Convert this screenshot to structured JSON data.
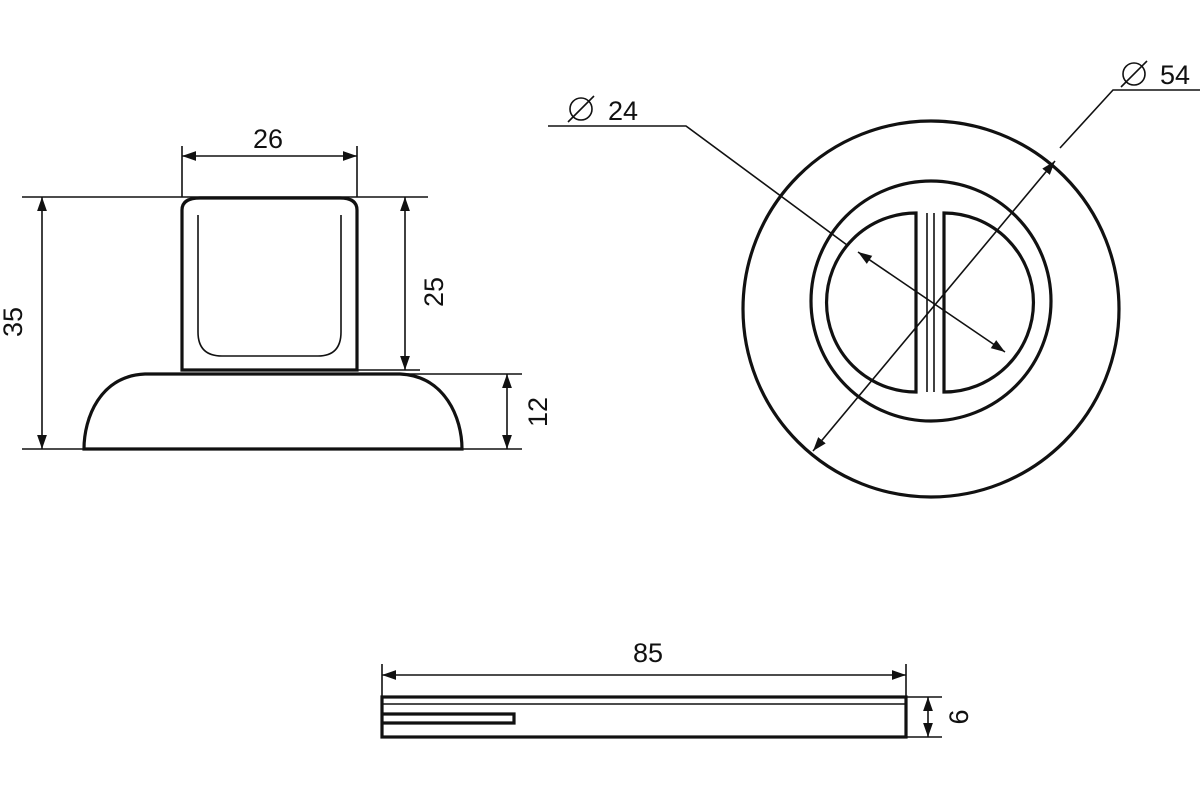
{
  "side_view": {
    "dims": {
      "knob_width": "26",
      "total_height": "35",
      "knob_height": "25",
      "base_height": "12"
    }
  },
  "front_view": {
    "dims": {
      "inner_diameter": "24",
      "outer_diameter": "54"
    },
    "diameter_symbol": "Ø"
  },
  "spindle_view": {
    "dims": {
      "length": "85",
      "thickness": "6"
    }
  },
  "colors": {
    "line": "#111111",
    "background": "#ffffff"
  }
}
